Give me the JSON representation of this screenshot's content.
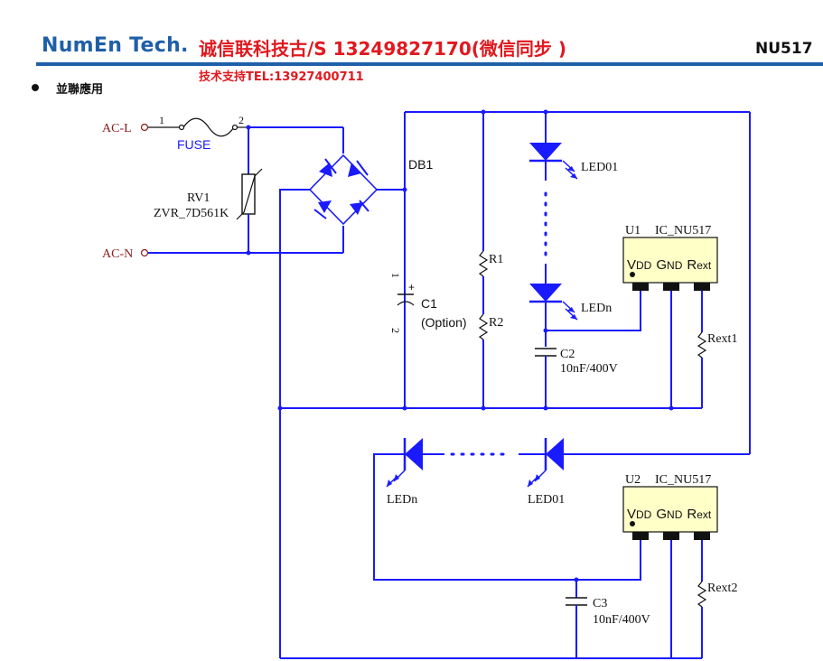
{
  "header": {
    "brand": "NumEn Tech.",
    "contact": "诚信联科技古/S 13249827170(微信同步 )",
    "model": "NU517",
    "support": "技术支持TEL:13927400711"
  },
  "section_title": "並聯應用",
  "labels": {
    "acl": "AC-L",
    "acn": "AC-N",
    "pin1": "1",
    "pin2": "2",
    "fuse": "FUSE",
    "rv1": "RV1",
    "rv1_part": "ZVR_7D561K",
    "db1": "DB1",
    "c1": "C1",
    "c1_option": "(Option)",
    "c1_plus": "+",
    "c1_pin1": "1",
    "c1_pin2": "2",
    "r1": "R1",
    "r2": "R2",
    "led01_top": "LED01",
    "ledn_top": "LEDn",
    "c2": "C2",
    "c2_value": "10nF/400V",
    "u1": "U1",
    "u1_ic": "IC_NU517",
    "u2": "U2",
    "u2_ic": "IC_NU517",
    "rext1": "Rext1",
    "rext2": "Rext2",
    "ledn_bottom": "LEDn",
    "led01_bottom": "LED01",
    "c3": "C3",
    "c3_value": "10nF/400V",
    "chip_v": "V",
    "chip_dd": "DD",
    "chip_g": "G",
    "chip_nd": "ND",
    "chip_r": "R",
    "chip_ext": "ext",
    "dots": "......"
  },
  "colors": {
    "wire": "#1a1aff",
    "brand": "#1f5fa8",
    "contact": "#e0191f",
    "chip_fill": "#ffffc8"
  }
}
